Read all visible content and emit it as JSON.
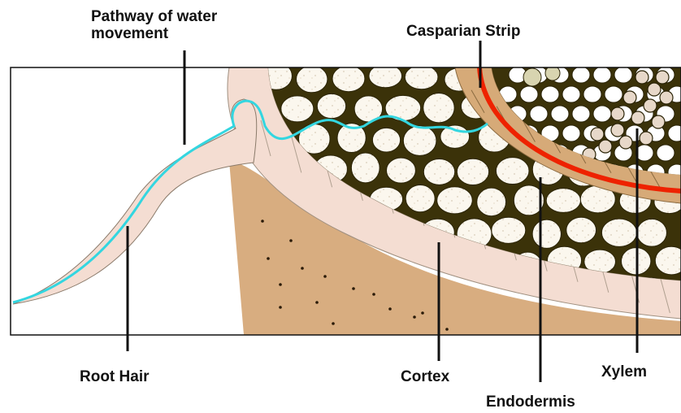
{
  "labels": {
    "pathway_line1": "Pathway of water",
    "pathway_line2": "movement",
    "casparian": "Casparian Strip",
    "root_hair": "Root Hair",
    "cortex": "Cortex",
    "xylem": "Xylem",
    "endodermis": "Endodermis"
  },
  "colors": {
    "water_pathway": "#33d6e0",
    "casparian_strip": "#ee2200",
    "cell_wall": "#3b3209",
    "cortex_cell": "#fbf7ee",
    "soil": "#d8ad80",
    "epidermis": "#f4ddd2",
    "endodermis": "#d6aa78",
    "xylem_vessel": "#e7d8c9"
  }
}
